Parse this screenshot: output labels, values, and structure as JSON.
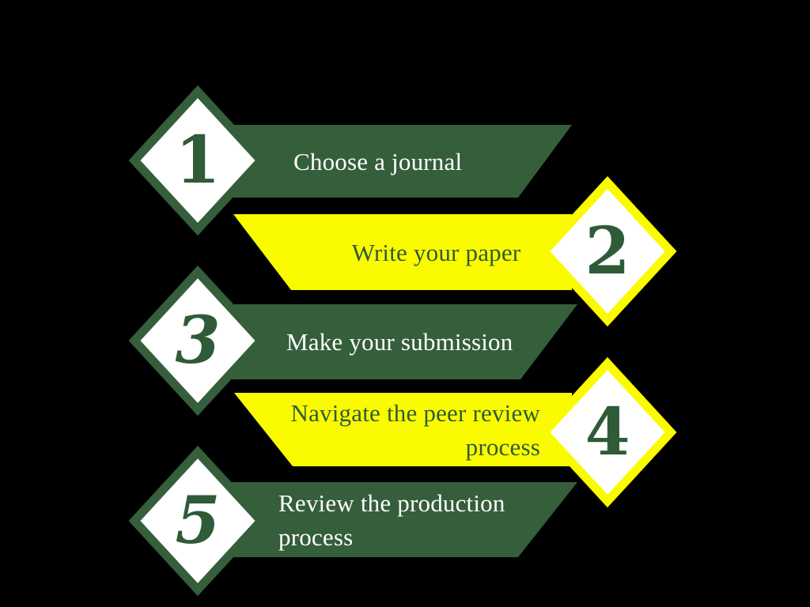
{
  "title": "publication process steps",
  "colors": {
    "background": "#000000",
    "green": "#355E3B",
    "yellow": "#FBFB00",
    "diamond_fill": "#FFFFFF",
    "text_on_green": "#FFFFFF",
    "text_on_yellow": "#2F5B38",
    "number_color": "#2F5B38"
  },
  "steps": [
    {
      "number": "1",
      "label": "Choose a journal",
      "theme": "green",
      "diamond_side": "left"
    },
    {
      "number": "2",
      "label": "Write your paper",
      "theme": "yellow",
      "diamond_side": "right"
    },
    {
      "number": "3",
      "label": "Make your submission",
      "theme": "green",
      "diamond_side": "left"
    },
    {
      "number": "4",
      "label": "Navigate the peer review process",
      "theme": "yellow",
      "diamond_side": "right"
    },
    {
      "number": "5",
      "label": "Review the production process",
      "theme": "green",
      "diamond_side": "left"
    }
  ]
}
